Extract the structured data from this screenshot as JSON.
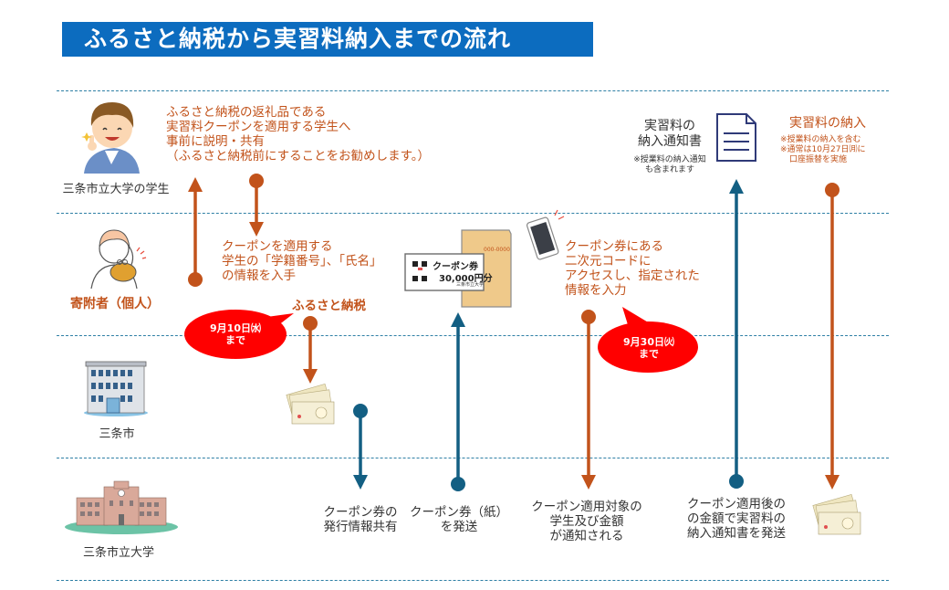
{
  "title": "ふるさと納税から実習料納入までの流れ",
  "colors": {
    "title_bg": "#0c6cbf",
    "orange": "#c2531b",
    "teal": "#135f83",
    "bubble_red": "#ff0000",
    "divider": "#2e7fa5"
  },
  "lanes": [
    {
      "id": "student",
      "label": "三条市立大学の学生",
      "icon": "student-avatar-icon"
    },
    {
      "id": "donor",
      "label": "寄附者（個人）",
      "icon": "donor-avatar-icon"
    },
    {
      "id": "city",
      "label": "三条市",
      "icon": "city-hall-building-icon"
    },
    {
      "id": "university",
      "label": "三条市立大学",
      "icon": "university-building-icon"
    }
  ],
  "steps": {
    "explain": {
      "lines": [
        "ふるさと納税の返礼品である",
        "実習料クーポンを適用する学生へ",
        "事前に説明・共有",
        "（ふるさと納税前にすることをお勧めします。）"
      ]
    },
    "obtain_info": {
      "lines": [
        "クーポンを適用する",
        "学生の「学籍番号」、「氏名」",
        "の情報を入手"
      ]
    },
    "furusato": {
      "label": "ふるさと納税"
    },
    "deadline1": {
      "lines": [
        "9月10日㈬",
        "まで"
      ]
    },
    "coupon_card": {
      "title": "クーポン券",
      "amount": "30,000円分",
      "issuer": "三条市立大学",
      "postal": "000-0000"
    },
    "access_code": {
      "lines": [
        "クーポン券にある",
        "二次元コードに",
        "アクセスし、指定された",
        "情報を入力"
      ]
    },
    "deadline2": {
      "lines": [
        "9月30日㈫",
        "まで"
      ]
    },
    "notice_doc": {
      "title_lines": [
        "実習料の",
        "納入通知書"
      ],
      "note_lines": [
        "※授業料の納入通知",
        "も含まれます"
      ]
    },
    "payment": {
      "title": "実習料の納入",
      "note_lines": [
        "※授業料の納入を含む",
        "※通常は10月27日㈪に",
        "口座振替を実施"
      ]
    },
    "share_issue": {
      "lines": [
        "クーポン券の",
        "発行情報共有"
      ]
    },
    "send_paper": {
      "lines": [
        "クーポン券（紙）",
        "を発送"
      ]
    },
    "notified": {
      "lines": [
        "クーポン適用対象の",
        "学生及び金額",
        "が通知される"
      ]
    },
    "send_notice": {
      "lines": [
        "クーポン適用後の",
        "の金額で実習料の",
        "納入通知書を発送"
      ]
    }
  }
}
